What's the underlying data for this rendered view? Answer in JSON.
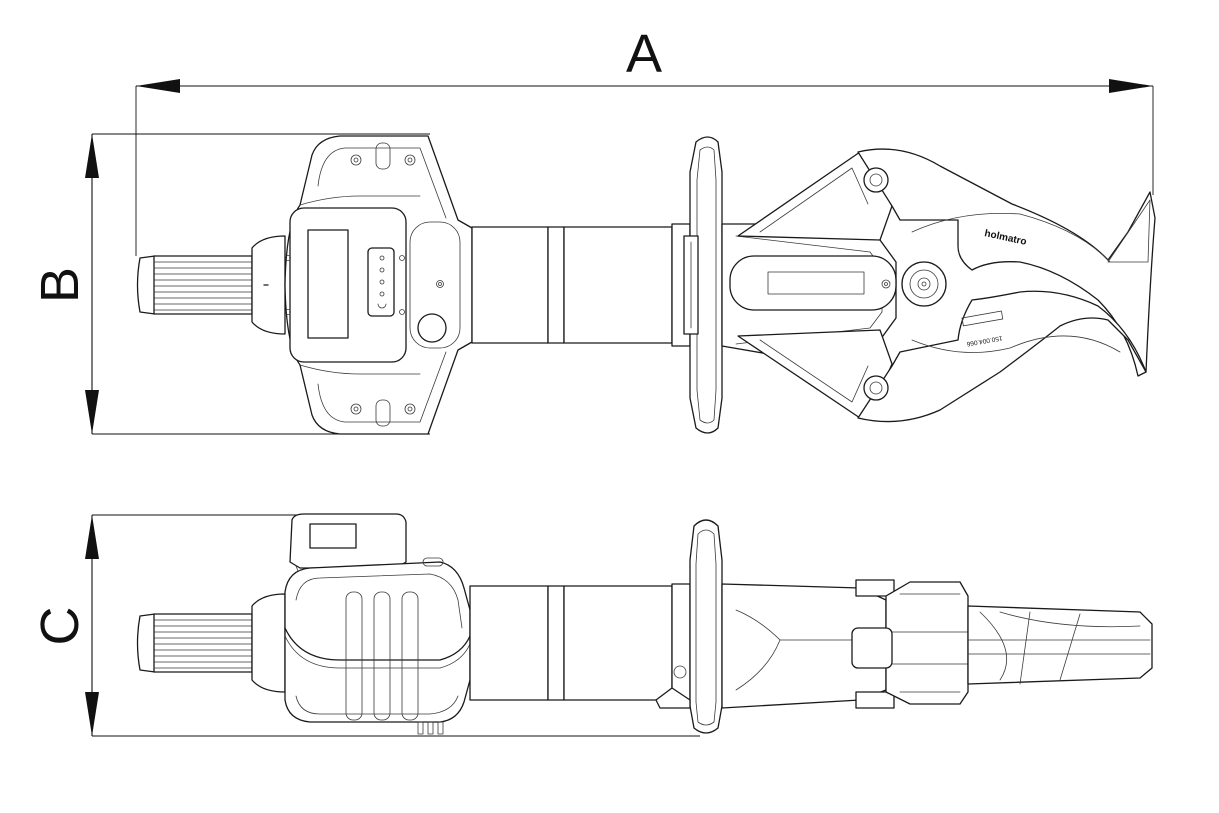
{
  "dimensions": {
    "a": "A",
    "b": "B",
    "c": "C"
  },
  "markings": {
    "brand": "holmatro",
    "serial": "150.004.066"
  },
  "colors": {
    "line": "#1a1a1a",
    "background": "#ffffff"
  }
}
